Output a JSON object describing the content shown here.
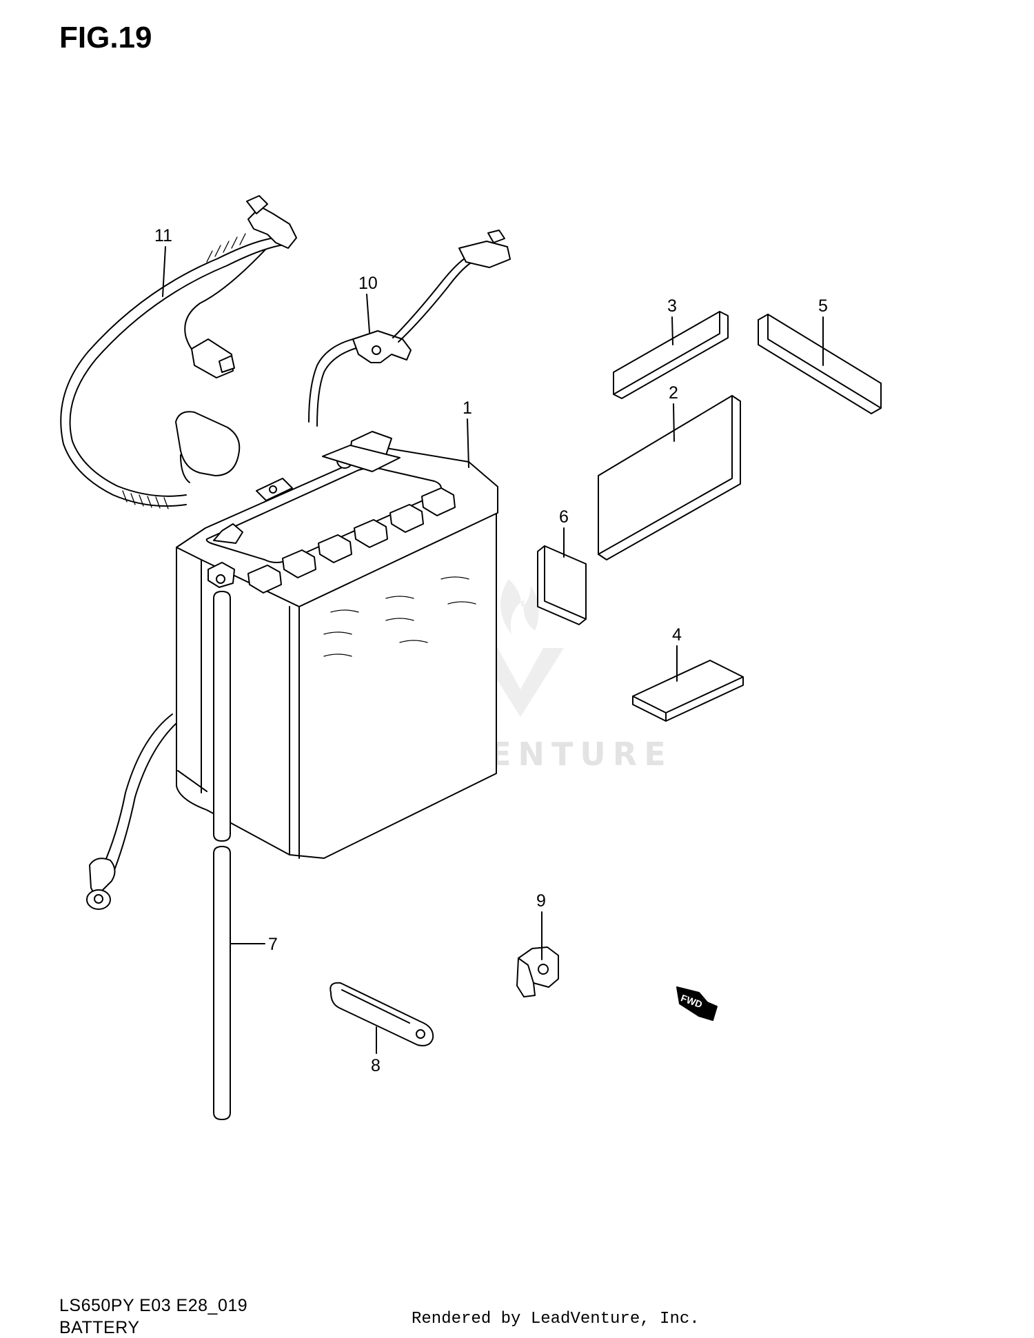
{
  "figure": {
    "title": "FIG.19",
    "model_code": "LS650PY E03 E28_019",
    "section_name": "BATTERY",
    "rendered_by": "Rendered by LeadVenture, Inc."
  },
  "callouts": [
    "1",
    "2",
    "3",
    "4",
    "5",
    "6",
    "7",
    "8",
    "9",
    "10",
    "11"
  ],
  "direction_marker": "FWD",
  "watermark": "LEADVENTURE",
  "colors": {
    "ink": "#000000",
    "watermark": "#e3e3e3"
  }
}
